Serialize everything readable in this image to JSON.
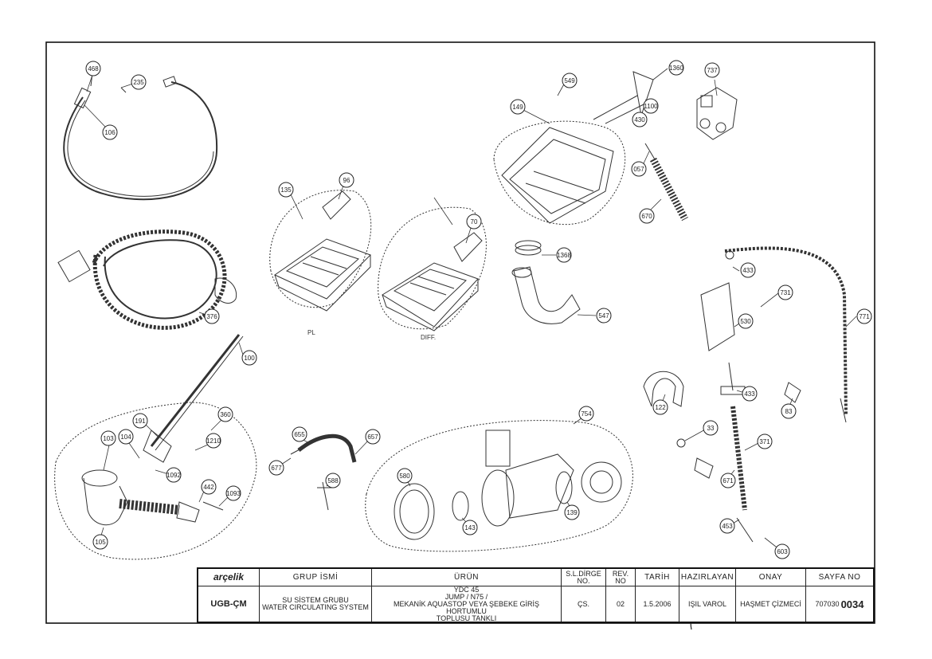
{
  "callouts": [
    {
      "id": "c1",
      "label": "468"
    },
    {
      "id": "c2",
      "label": "235"
    },
    {
      "id": "c3",
      "label": "106"
    },
    {
      "id": "c4",
      "label": "376"
    },
    {
      "id": "c5",
      "label": "96"
    },
    {
      "id": "c6",
      "label": "135"
    },
    {
      "id": "c7",
      "label": "70"
    },
    {
      "id": "c8",
      "label": "549"
    },
    {
      "id": "c9",
      "label": "149"
    },
    {
      "id": "c10",
      "label": "1360"
    },
    {
      "id": "c11",
      "label": "1100"
    },
    {
      "id": "c12",
      "label": "430"
    },
    {
      "id": "c13",
      "label": "737"
    },
    {
      "id": "c14",
      "label": "057"
    },
    {
      "id": "c15",
      "label": "670"
    },
    {
      "id": "c16",
      "label": "1368"
    },
    {
      "id": "c17",
      "label": "547"
    },
    {
      "id": "c18",
      "label": "100"
    },
    {
      "id": "c19",
      "label": "191"
    },
    {
      "id": "c20",
      "label": "103"
    },
    {
      "id": "c21",
      "label": "104"
    },
    {
      "id": "c22",
      "label": "360"
    },
    {
      "id": "c23",
      "label": "1210"
    },
    {
      "id": "c24",
      "label": "1092"
    },
    {
      "id": "c25",
      "label": "105"
    },
    {
      "id": "c26",
      "label": "442"
    },
    {
      "id": "c27",
      "label": "1093"
    },
    {
      "id": "c28",
      "label": "655"
    },
    {
      "id": "c29",
      "label": "657"
    },
    {
      "id": "c30",
      "label": "677"
    },
    {
      "id": "c31",
      "label": "588"
    },
    {
      "id": "c32",
      "label": "754"
    },
    {
      "id": "c33",
      "label": "580"
    },
    {
      "id": "c34",
      "label": "143"
    },
    {
      "id": "c35",
      "label": "139"
    },
    {
      "id": "c36",
      "label": "433"
    },
    {
      "id": "c37",
      "label": "731"
    },
    {
      "id": "c38",
      "label": "530"
    },
    {
      "id": "c39",
      "label": "771"
    },
    {
      "id": "c40",
      "label": "122"
    },
    {
      "id": "c41",
      "label": "433"
    },
    {
      "id": "c42",
      "label": "83"
    },
    {
      "id": "c43",
      "label": "33"
    },
    {
      "id": "c44",
      "label": "371"
    },
    {
      "id": "c45",
      "label": "671"
    },
    {
      "id": "c46",
      "label": "453"
    },
    {
      "id": "c47",
      "label": "603"
    }
  ],
  "labels": {
    "left_drawer": "PL",
    "right_drawer": "DIFF."
  },
  "title_block": {
    "headers": {
      "logo": "arçelik",
      "group_name": "GRUP İSMİ",
      "product": "ÜRÜN",
      "manual": "S.L.DİRGE NO.",
      "rev": "REV. NO",
      "date": "TARİH",
      "prepared": "HAZIRLAYAN",
      "approval": "ONAY",
      "page_no": "SAYFA NO"
    },
    "values": {
      "code": "UGB-ÇM",
      "group_tr": "SU SİSTEM GRUBU",
      "group_en": "WATER CIRCULATING SYSTEM",
      "product_line1": "YDC 45",
      "product_line2": "JUMP / N75 /",
      "product_line3": "MEKANİK AQUASTOP VEYA ŞEBEKE GİRİŞ HORTUMLU",
      "product_line4": "TOPLUSU TANKLI",
      "manual": "ÇS.",
      "rev": "02",
      "date": "1.5.2006",
      "prepared": "IŞIL VAROL",
      "approval": "HAŞMET ÇİZMECİ",
      "page_prefix": "707030",
      "page_number": "0034"
    }
  }
}
